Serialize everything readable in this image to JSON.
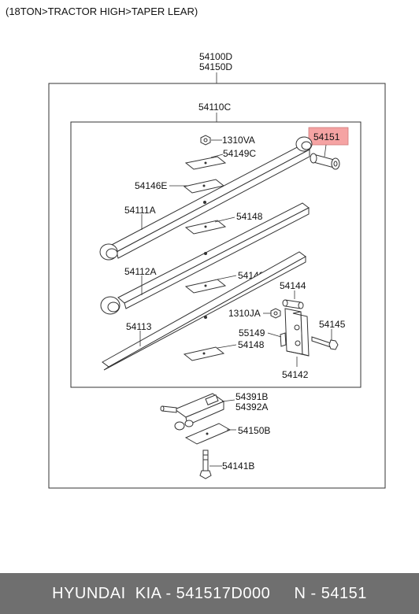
{
  "breadcrumb": "(18TON>TRACTOR HIGH>TAPER LEAR)",
  "labels": {
    "assembly_1": "54100D",
    "assembly_2": "54150D",
    "leaf_spring": "54110C",
    "nut_top": "1310VA",
    "pad_54149c": "54149C",
    "pad_54146e": "54146E",
    "leaf_1": "54111A",
    "pad_54148_a": "54148",
    "leaf_2": "54112A",
    "pad_54148_b": "54148",
    "leaf_3": "54113",
    "pad_54148_c": "54148",
    "pin_54144": "54144",
    "nut_1310ja": "1310JA",
    "bolt_54145": "54145",
    "bracket_55149": "55149",
    "shackle_54142": "54142",
    "bushing_highlight": "54151",
    "clamp_1": "54391B",
    "clamp_2": "54392A",
    "plate_54150b": "54150B",
    "bolt_54141b": "54141B"
  },
  "highlight_color": "#f5a3a3",
  "footer": {
    "text": "HYUNDAI  KIA - 541517D000     N - 54151"
  }
}
